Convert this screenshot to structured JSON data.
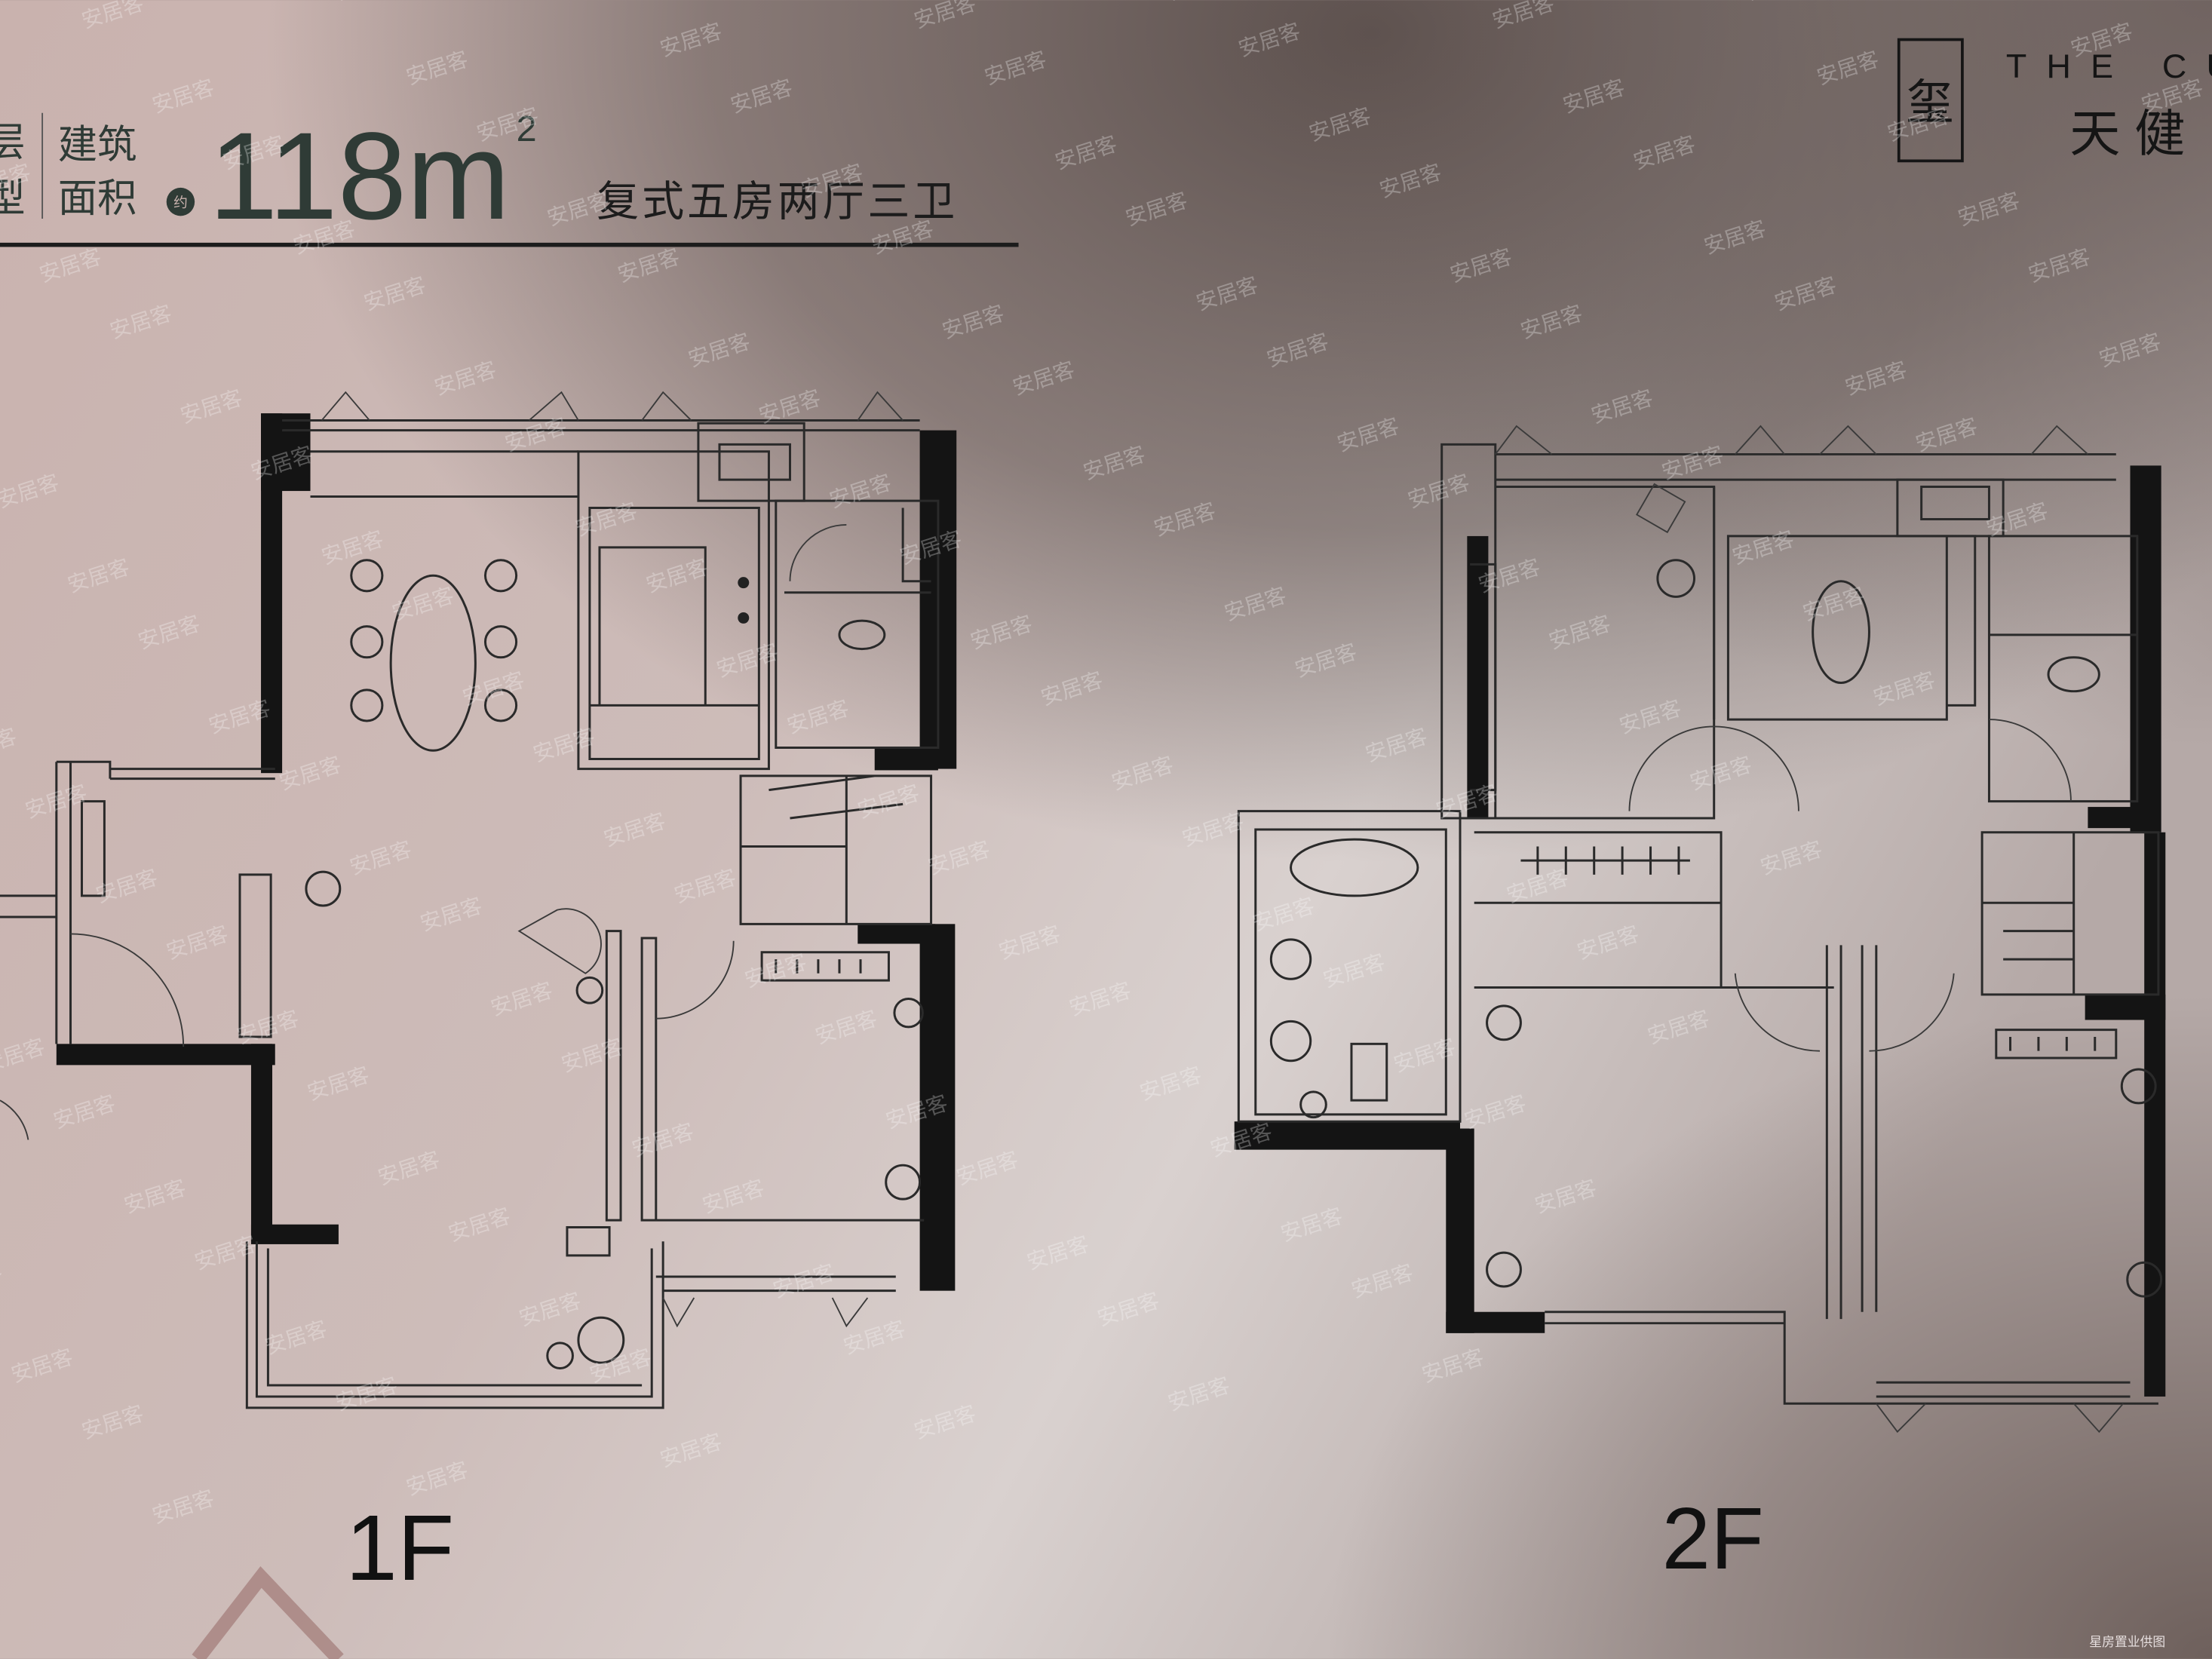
{
  "header": {
    "type_label_top": "层",
    "type_label_bottom": "型",
    "area_label_top": "建筑",
    "area_label_bottom": "面积",
    "approx_badge": "约",
    "area_value": "118",
    "area_unit": "m",
    "area_unit_sup": "2",
    "layout_description": "复式五房两厅三卫"
  },
  "brand": {
    "logo_glyph": "玺",
    "english_name": "THE CU",
    "chinese_name": "天健"
  },
  "plans": [
    {
      "label": "1F"
    },
    {
      "label": "2F"
    }
  ],
  "watermark": "安居客",
  "credit": "星房置业供图",
  "colors": {
    "paper_light": "#dcd2cf",
    "paper_pink": "#c7aeab",
    "paper_dark": "#6b5e5b",
    "ink": "#141414",
    "title_ink": "#2f3b36"
  }
}
